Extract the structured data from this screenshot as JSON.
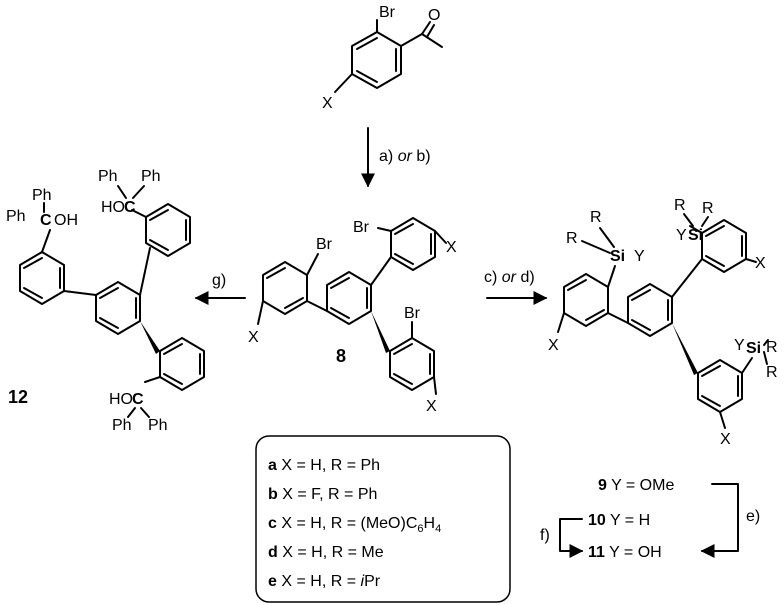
{
  "colors": {
    "carbon_highlight": "#2a3ec8",
    "silicon_highlight": "#e21a1a",
    "ink": "#000000"
  },
  "start_material": {
    "br": "Br",
    "x": "X",
    "carbonyl_o": "O"
  },
  "reagents": {
    "step_ab": {
      "a": "a)",
      "or": "or",
      "b": "b)"
    },
    "step_cd": {
      "c": "c)",
      "or": "or",
      "d": "d)"
    },
    "step_g": "g)",
    "step_e": "e)",
    "step_f": "f)"
  },
  "compound_8": {
    "number": "8",
    "br": "Br",
    "x": "X"
  },
  "compound_12": {
    "number": "12",
    "ph": "Ph",
    "oh": "OH",
    "ho": "HO",
    "c": "C"
  },
  "silanes": {
    "si": "Si",
    "r": "R",
    "y": "Y",
    "x": "X"
  },
  "substituents": [
    {
      "key": "a",
      "text": "X = H, R = Ph"
    },
    {
      "key": "b",
      "text": "X = F, R = Ph"
    },
    {
      "key": "c",
      "text": "X = H, R = (MeO)C",
      "sub": "6",
      "tail": "H",
      "sub2": "4"
    },
    {
      "key": "d",
      "text": "X = H, R = Me"
    },
    {
      "key": "e",
      "text": "X = H, R = ",
      "ital": "i",
      "tail": "Pr"
    }
  ],
  "products": [
    {
      "number": "9",
      "text": "Y = OMe"
    },
    {
      "number": "10",
      "text": "Y = H"
    },
    {
      "number": "11",
      "text": "Y = OH"
    }
  ]
}
